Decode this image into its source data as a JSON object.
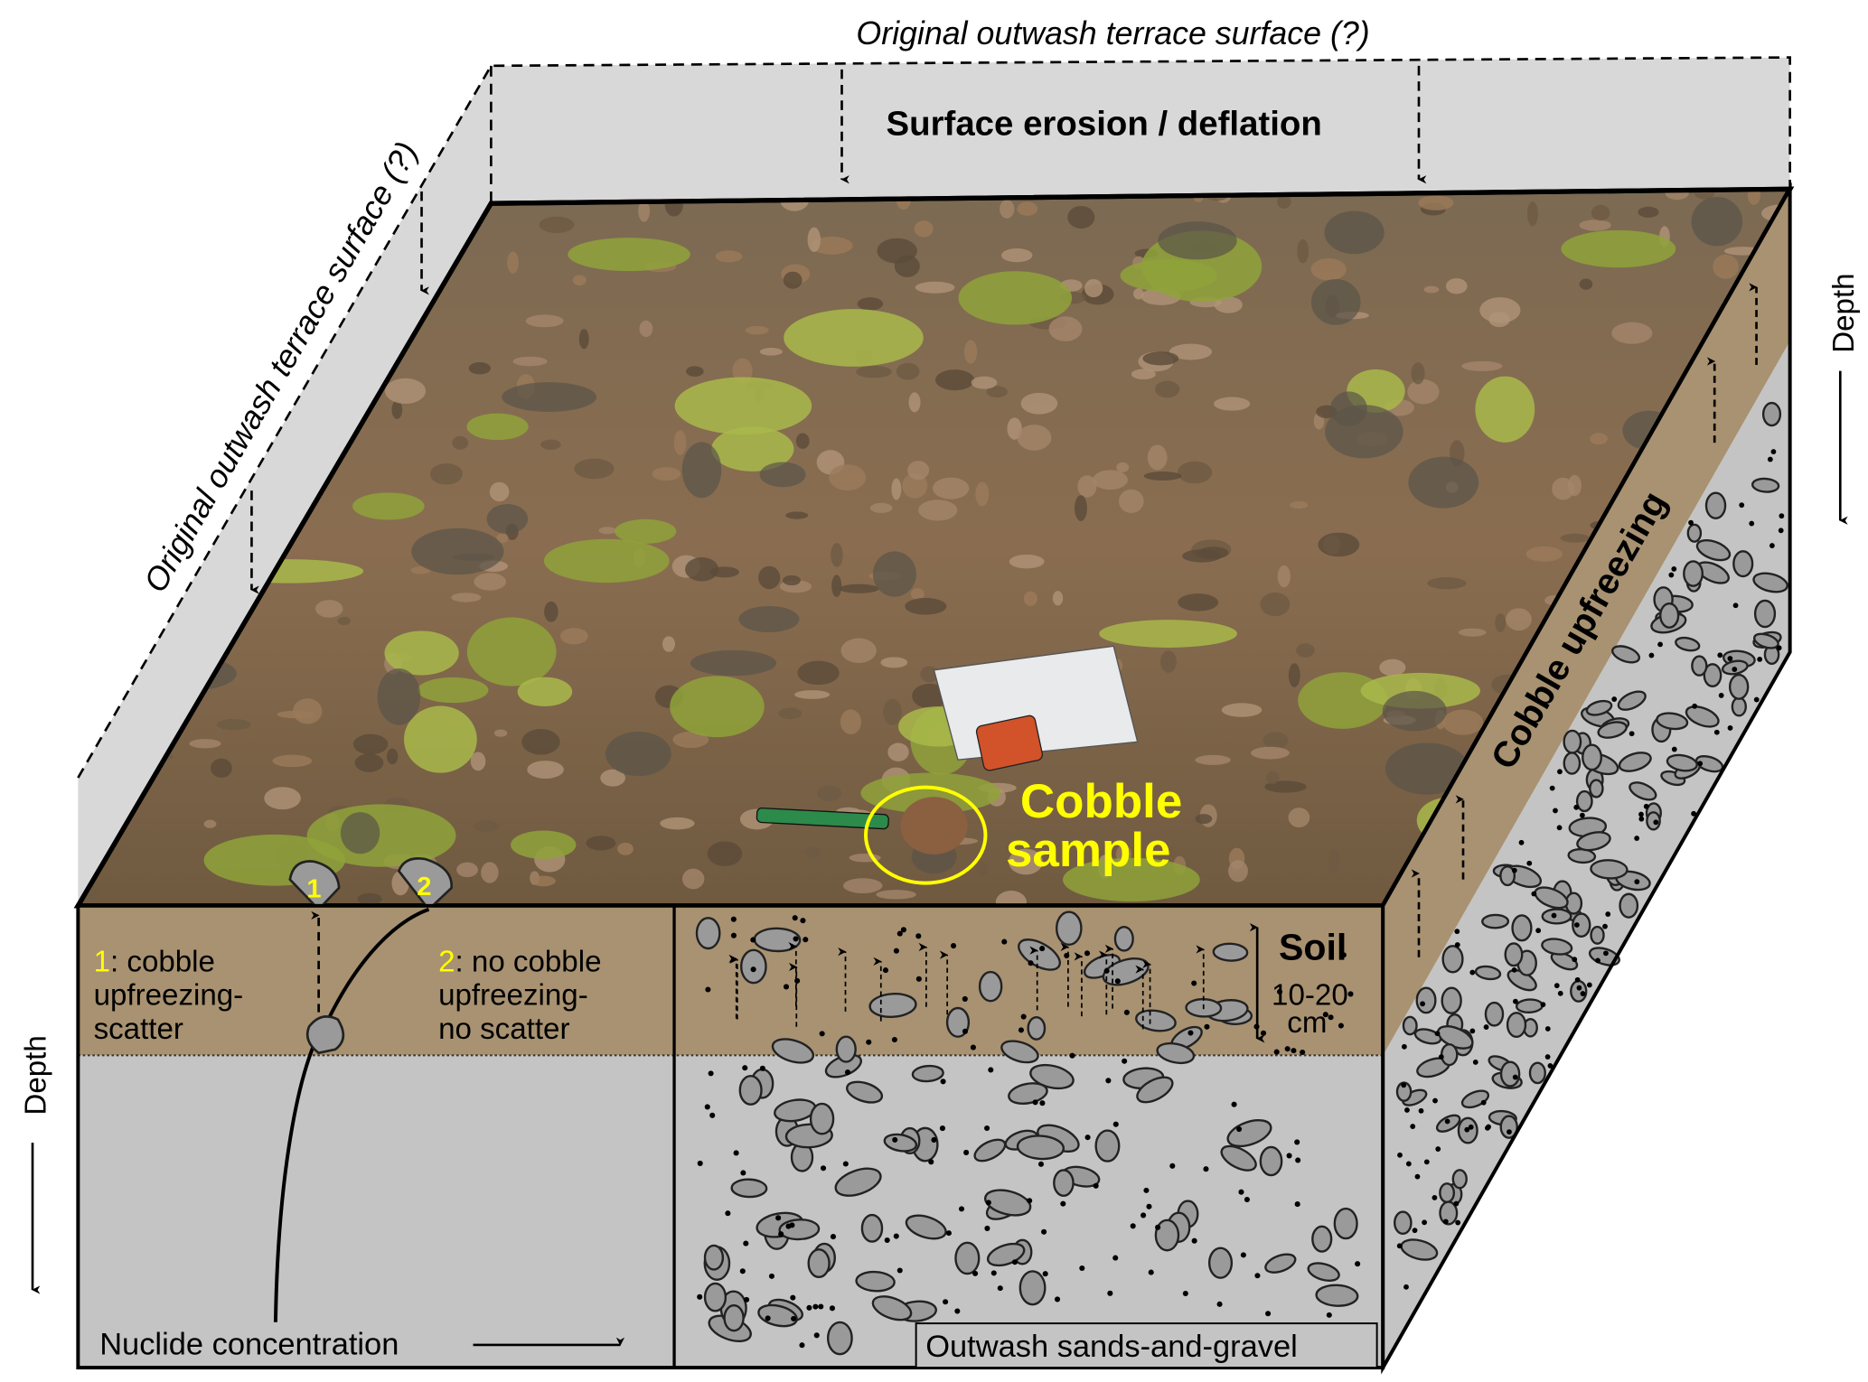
{
  "labels": {
    "top_surface": "Original outwash terrace surface (?)",
    "left_surface": "Original outwash terrace surface (?)",
    "erosion": "Surface erosion / deflation",
    "upfreezing": "Cobble upfreezing",
    "depth_right": "Depth",
    "depth_left": "Depth",
    "cobble_sample_line1": "Cobble",
    "cobble_sample_line2": "sample",
    "soil": "Soil",
    "soil_thickness_line1": "10-20",
    "soil_thickness_line2": "cm",
    "case1_num": "1",
    "case1_line1": ": cobble",
    "case1_line2": "upfreezing-",
    "case1_line3": "scatter",
    "case2_num": "2",
    "case2_line1": ": no cobble",
    "case2_line2": "upfreezing-",
    "case2_line3": "no scatter",
    "marker1": "1",
    "marker2": "2",
    "nuclide": "Nuclide concentration",
    "outwash": "Outwash sands-and-gravel"
  },
  "colors": {
    "soil": "#a89271",
    "gravel": "#c4c4c4",
    "upper": "#d8d8d8",
    "cobble": "#9a9a9a",
    "highlight": "#ffff00"
  }
}
